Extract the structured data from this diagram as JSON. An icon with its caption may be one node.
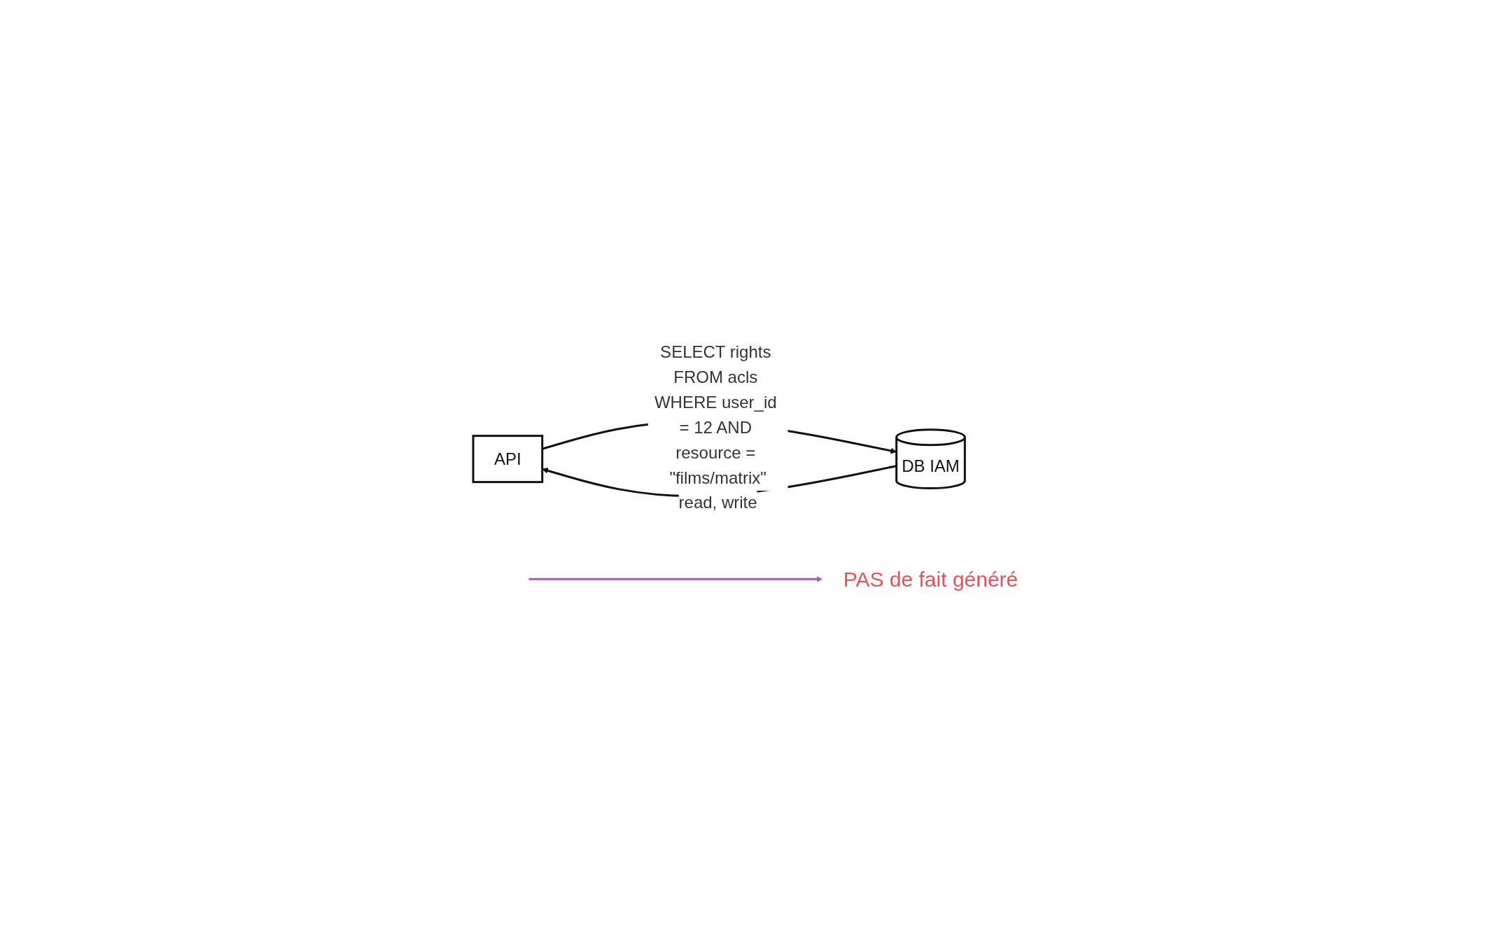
{
  "diagram": {
    "nodes": [
      {
        "text": [
          "API"
        ]
      },
      {
        "text": [
          "DB IAM"
        ]
      },
      {
        "text": [
          "PAS de fait généré"
        ]
      }
    ],
    "edges": [
      {
        "from": 0,
        "to": 1,
        "arrow": "to",
        "label": "SELECT rights FROM acls WHERE user_id = 12 AND resource = \"films/matrix\""
      },
      {
        "from": 1,
        "to": 0,
        "arrow": "to",
        "label": "read, write"
      },
      {
        "from": null,
        "to": 2,
        "arrow": "to",
        "color": "#a55eb5"
      }
    ]
  }
}
